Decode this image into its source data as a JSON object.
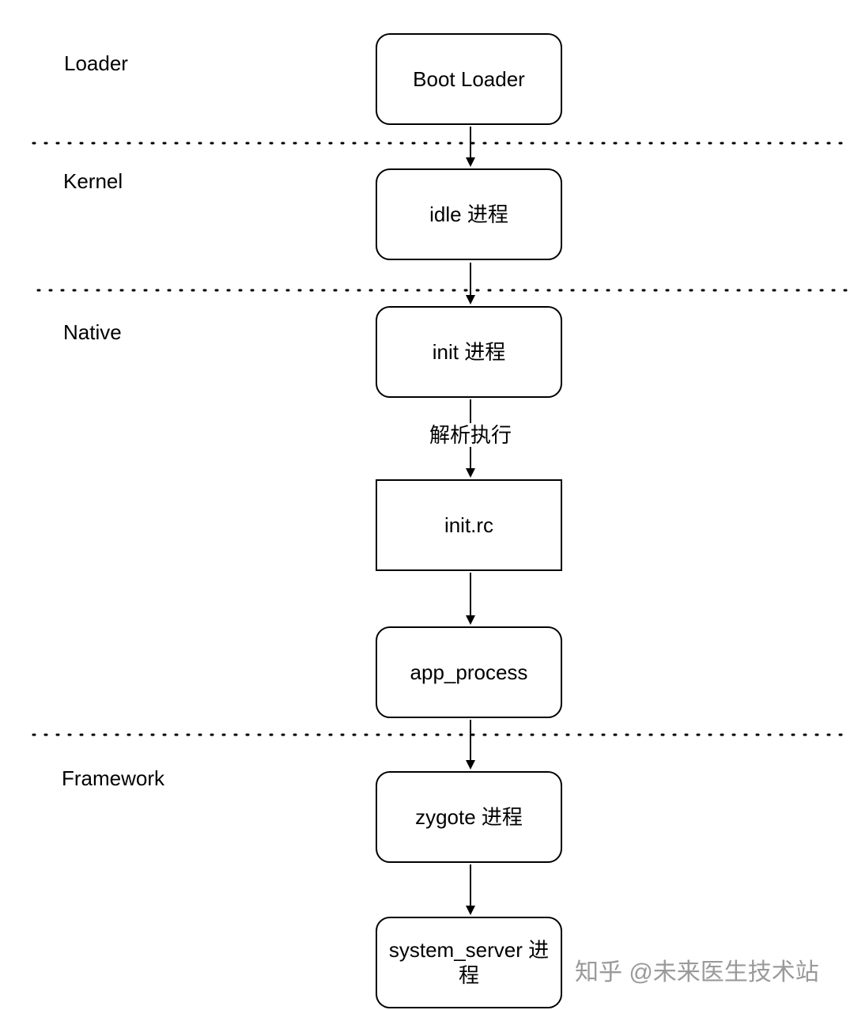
{
  "layers": [
    {
      "id": "loader",
      "label": "Loader"
    },
    {
      "id": "kernel",
      "label": "Kernel"
    },
    {
      "id": "native",
      "label": "Native"
    },
    {
      "id": "framework",
      "label": "Framework"
    }
  ],
  "nodes": [
    {
      "id": "boot-loader",
      "label": "Boot Loader",
      "shape": "rounded"
    },
    {
      "id": "idle",
      "label": "idle 进程",
      "shape": "rounded"
    },
    {
      "id": "init",
      "label": "init 进程",
      "shape": "rounded"
    },
    {
      "id": "init-rc",
      "label": "init.rc",
      "shape": "square"
    },
    {
      "id": "app-process",
      "label": "app_process",
      "shape": "rounded"
    },
    {
      "id": "zygote",
      "label": "zygote 进程",
      "shape": "rounded"
    },
    {
      "id": "system-server",
      "label": "system_server 进程",
      "shape": "rounded"
    }
  ],
  "edges": [
    {
      "from": "boot-loader",
      "to": "idle",
      "label": ""
    },
    {
      "from": "idle",
      "to": "init",
      "label": ""
    },
    {
      "from": "init",
      "to": "init-rc",
      "label": "解析执行"
    },
    {
      "from": "init-rc",
      "to": "app-process",
      "label": ""
    },
    {
      "from": "app-process",
      "to": "zygote",
      "label": ""
    },
    {
      "from": "zygote",
      "to": "system-server",
      "label": ""
    }
  ],
  "watermark": "知乎 @未来医生技术站",
  "colors": {
    "stroke": "#000000",
    "background": "#ffffff",
    "watermark": "#9a9a9a"
  }
}
